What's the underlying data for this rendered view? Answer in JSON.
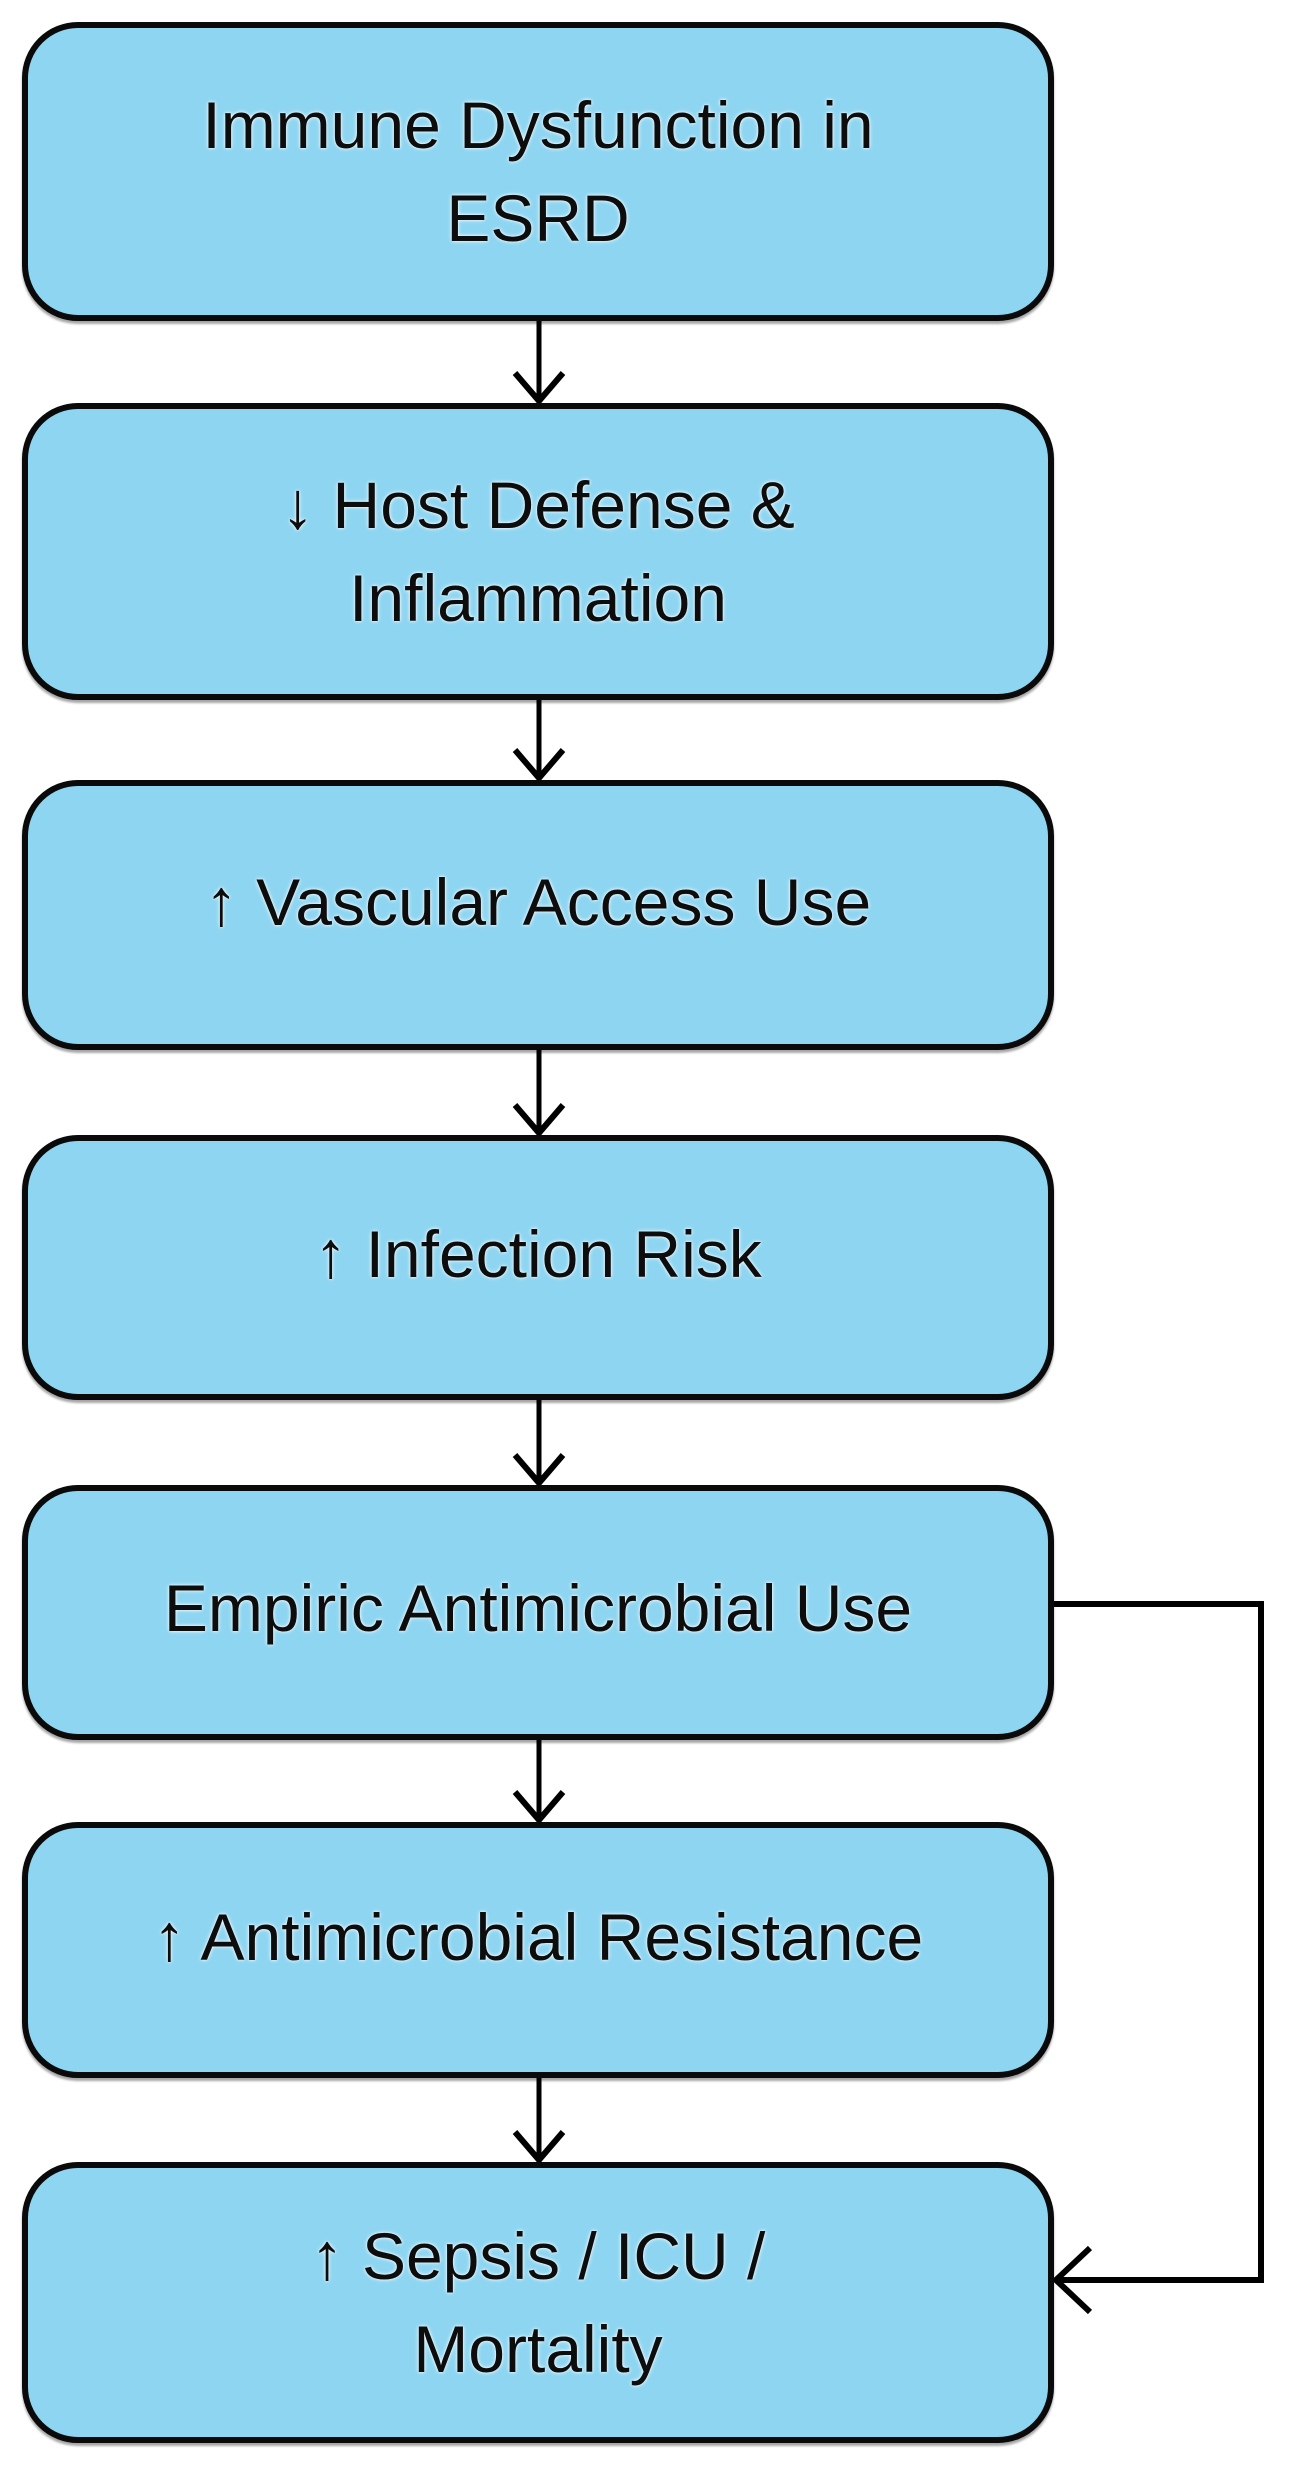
{
  "diagram": {
    "type": "flowchart",
    "background_color": "#ffffff",
    "node_fill_color": "#8dd5f1",
    "node_border_color": "#0a0a0a",
    "connector_color": "#000000",
    "nodes": [
      {
        "id": "immune-dysfunction",
        "label": "Immune Dysfunction in\nESRD"
      },
      {
        "id": "host-defense",
        "label": "↓ Host Defense &\nInflammation"
      },
      {
        "id": "vascular-access",
        "label": "↑ Vascular Access Use"
      },
      {
        "id": "infection-risk",
        "label": "↑ Infection Risk"
      },
      {
        "id": "empiric-use",
        "label": "Empiric Antimicrobial Use"
      },
      {
        "id": "resistance",
        "label": "↑ Antimicrobial Resistance"
      },
      {
        "id": "sepsis-icu",
        "label": "↑ Sepsis / ICU /\nMortality"
      }
    ],
    "edges": [
      {
        "from": "immune-dysfunction",
        "to": "host-defense",
        "style": "arrow-down"
      },
      {
        "from": "host-defense",
        "to": "vascular-access",
        "style": "arrow-down"
      },
      {
        "from": "vascular-access",
        "to": "infection-risk",
        "style": "arrow-down"
      },
      {
        "from": "infection-risk",
        "to": "empiric-use",
        "style": "arrow-down"
      },
      {
        "from": "empiric-use",
        "to": "resistance",
        "style": "arrow-down"
      },
      {
        "from": "resistance",
        "to": "sepsis-icu",
        "style": "arrow-down"
      },
      {
        "from": "empiric-use",
        "to": "sepsis-icu",
        "style": "feedback-right-side"
      }
    ]
  }
}
